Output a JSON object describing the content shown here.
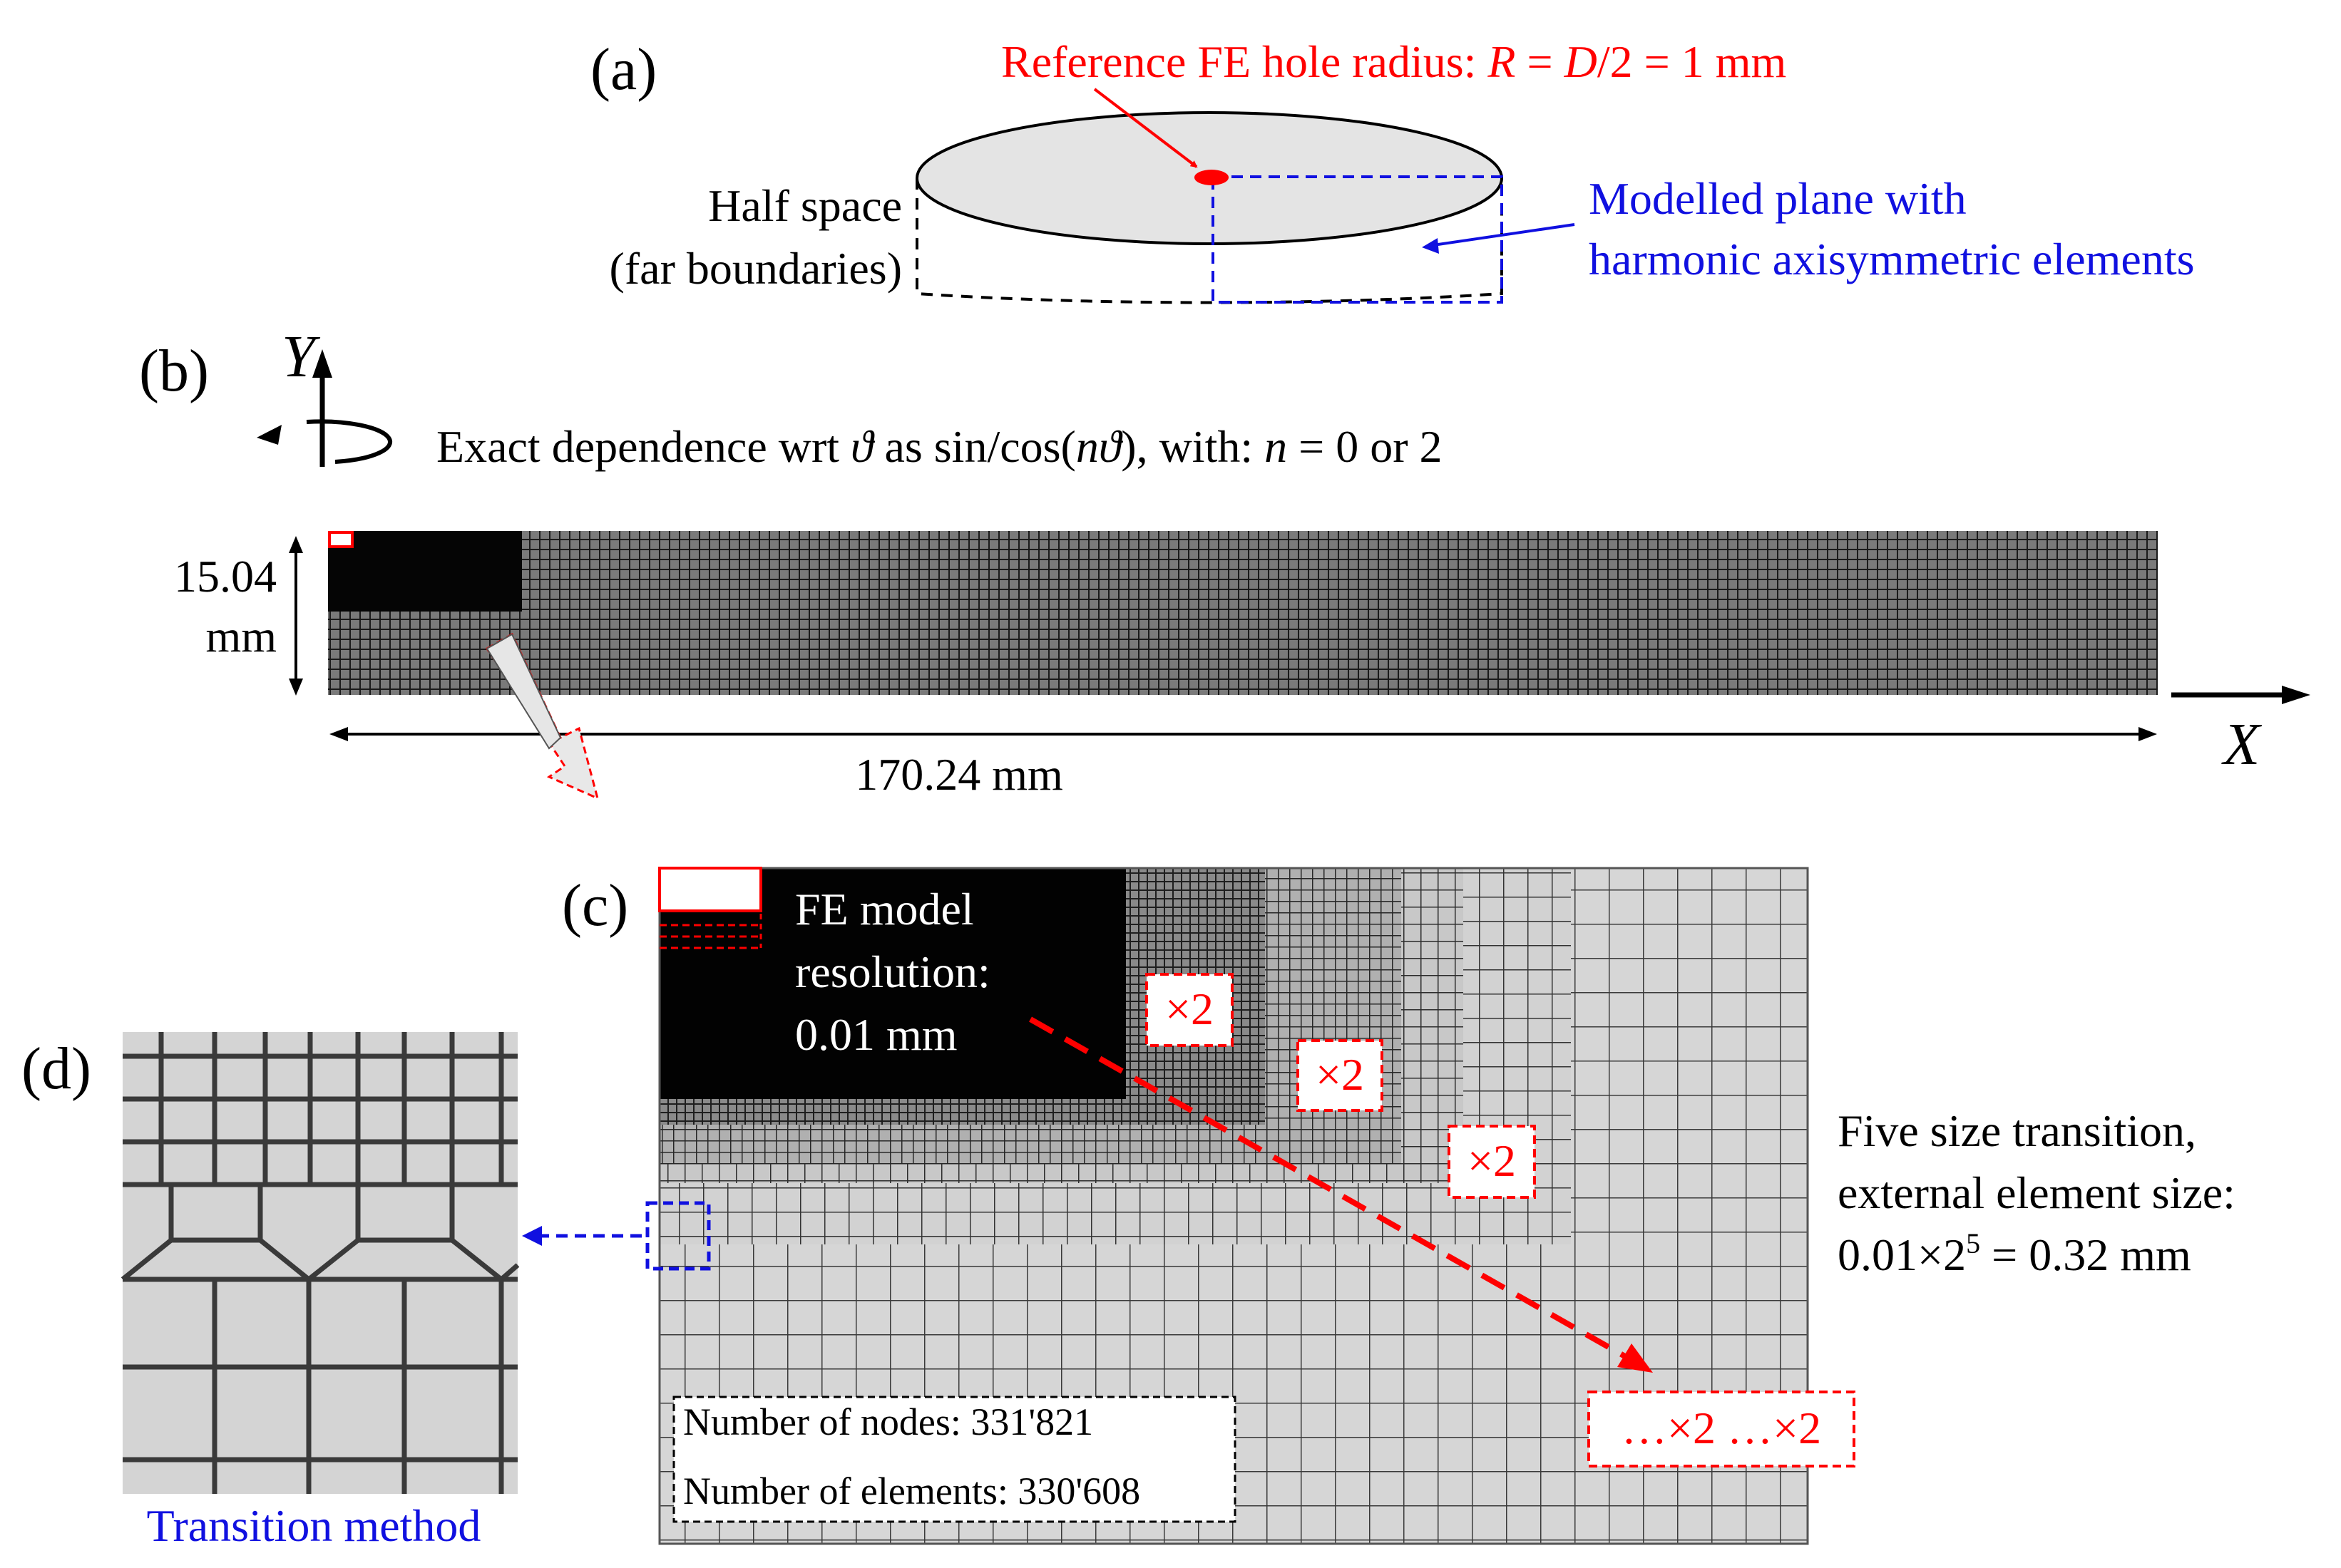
{
  "panel_a": {
    "label": "(a)",
    "hole_radius_prefix": "Reference FE hole radius: ",
    "hole_radius_R": "R",
    "hole_radius_eq1": " = ",
    "hole_radius_D": "D",
    "hole_radius_suffix": "/2 = 1 mm",
    "half_space_line1": "Half space",
    "half_space_line2": "(far boundaries)",
    "modelled_line1": "Modelled plane with",
    "modelled_line2": "harmonic axisymmetric elements"
  },
  "panel_b": {
    "label": "(b)",
    "y_axis": "Y",
    "x_axis": "X",
    "dependence_prefix": "Exact dependence wrt ",
    "theta": "ϑ",
    "dependence_mid": " as sin/cos(",
    "n": "n",
    "dependence_mid2": "), with: ",
    "dependence_suffix": " = 0 or 2",
    "height_value": "15.04",
    "height_unit": "mm",
    "width_label": "170.24 mm"
  },
  "panel_c": {
    "label": "(c)",
    "resolution_line1": "FE model",
    "resolution_line2": "resolution:",
    "resolution_line3": "0.01 mm",
    "x2_label": "×2",
    "final_label": "…×2  …×2",
    "nodes_label": "Number of nodes: 331'821",
    "elements_label": "Number of elements: 330'608",
    "transition_line1": "Five size transition,",
    "transition_line2": "external element size:",
    "transition_line3_base": "0.01×2",
    "transition_line3_exp": "5",
    "transition_line3_rest": " = 0.32 mm"
  },
  "panel_d": {
    "label": "(d)",
    "caption": "Transition method"
  },
  "colors": {
    "red": "#ff0000",
    "blue": "#1010e0",
    "mesh_bg": "#d4d4d4",
    "mesh_line": "#3a3a3a",
    "disc_fill": "#e4e4e4"
  }
}
